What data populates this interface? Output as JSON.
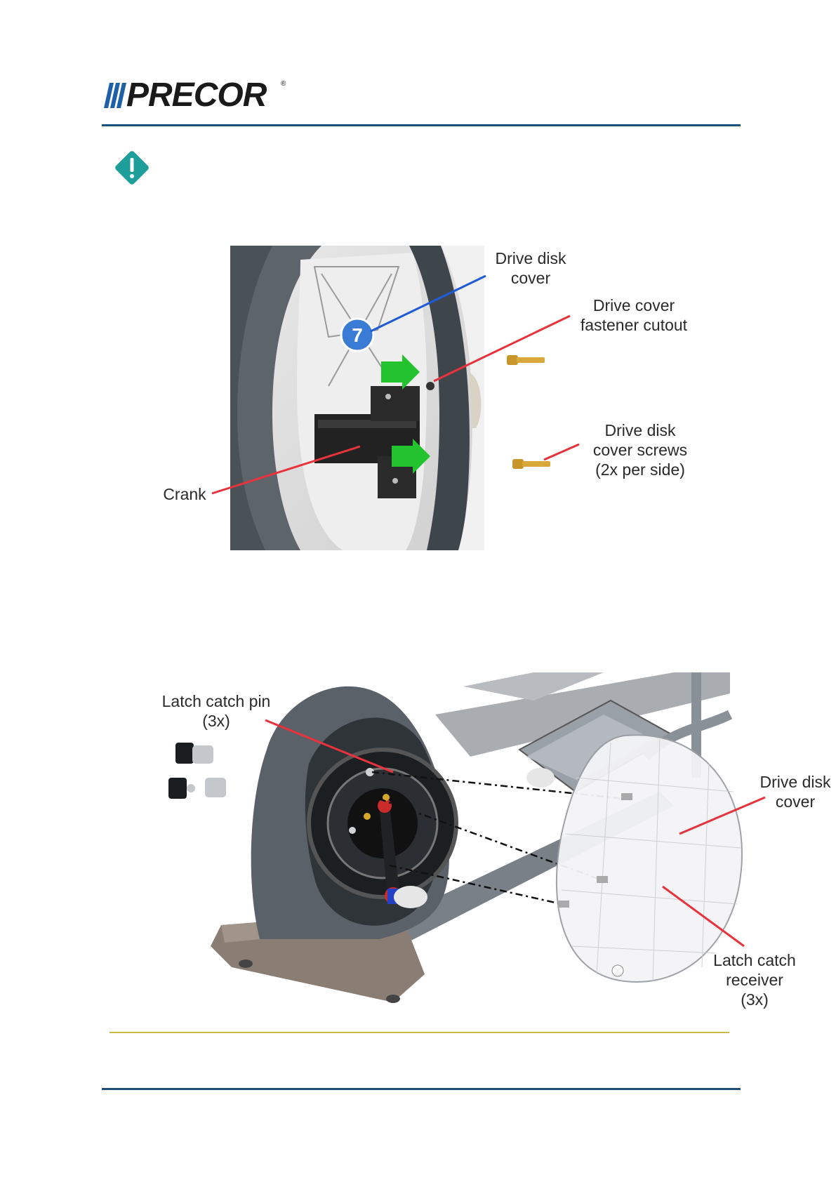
{
  "header": {
    "logo_text": "PRECOR",
    "logo_registered": "®"
  },
  "figure1": {
    "badge_number": "7",
    "callouts": {
      "drive_disk_cover": [
        "Drive disk",
        "cover"
      ],
      "fastener_cutout": [
        "Drive cover",
        "fastener cutout"
      ],
      "screws": [
        "Drive disk",
        "cover screws",
        "(2x per side)"
      ],
      "crank": [
        "Crank"
      ]
    }
  },
  "figure2": {
    "callouts": {
      "latch_pin": [
        "Latch catch pin",
        "(3x)"
      ],
      "drive_disk_cover": [
        "Drive disk",
        "cover"
      ],
      "latch_receiver": [
        "Latch catch",
        "receiver",
        "(3x)"
      ]
    }
  },
  "colors": {
    "rule_blue": "#1f4e79",
    "rule_gold": "#c9b84a",
    "warning_teal": "#1e9e9a",
    "callout_red": "#e8323c",
    "callout_blue": "#1f5bd6",
    "badge_blue": "#3a7bd5",
    "arrow_green": "#22c32e"
  },
  "icons": {
    "warning": "warning-diamond-icon"
  }
}
